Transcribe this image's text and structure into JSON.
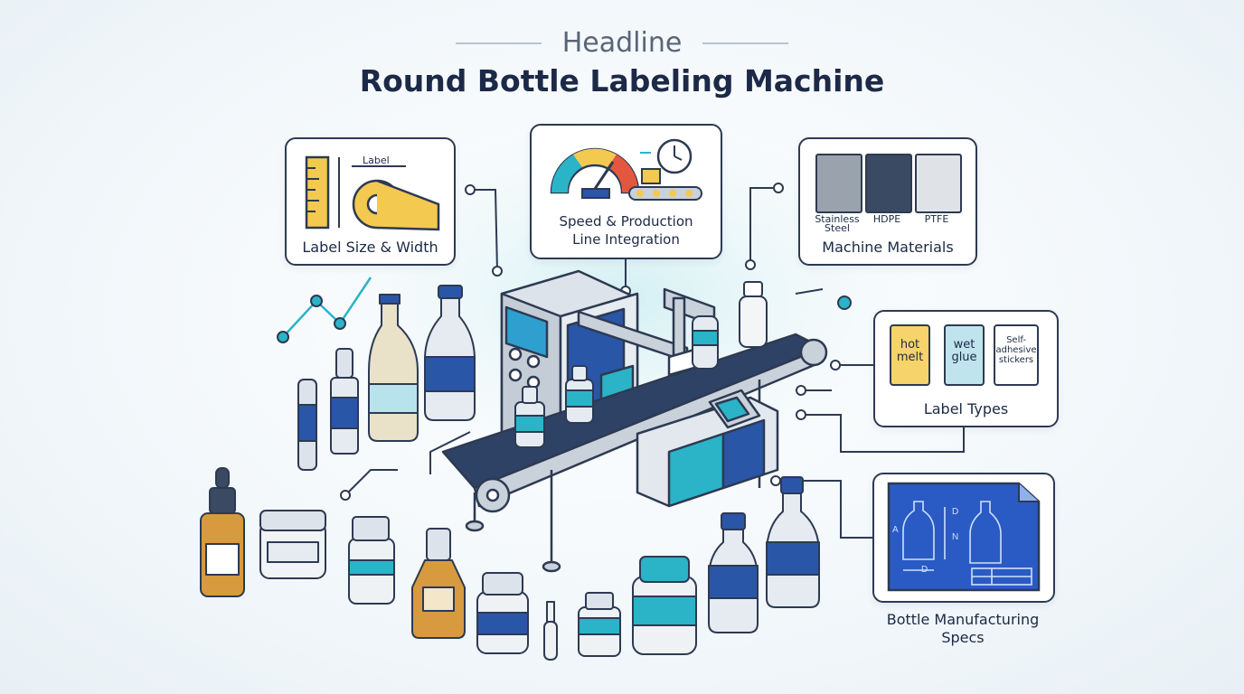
{
  "header": {
    "headline": "Headline",
    "title": "Round Bottle Labeling Machine"
  },
  "callouts": {
    "label_size": {
      "caption": "Label Size & Width",
      "ruler_label": "Label"
    },
    "speed": {
      "caption_line1": "Speed & Production",
      "caption_line2": "Line Integration"
    },
    "materials": {
      "caption": "Machine Materials",
      "items": [
        {
          "line1": "Stainless",
          "line2": "Steel",
          "color": "#9aa3ad"
        },
        {
          "line1": "HDPE",
          "line2": "",
          "color": "#3a4a62"
        },
        {
          "line1": "PTFE",
          "line2": "",
          "color": "#dfe3e8"
        }
      ]
    },
    "label_types": {
      "caption": "Label Types",
      "items": [
        {
          "line1": "hot",
          "line2": "melt",
          "line3": "",
          "color": "#f6d36b"
        },
        {
          "line1": "wet",
          "line2": "glue",
          "line3": "",
          "color": "#bfe4ee"
        },
        {
          "line1": "Self-",
          "line2": "adhesive",
          "line3": "stickers",
          "color": "#ffffff"
        }
      ]
    },
    "specs": {
      "caption_line1": "Bottle Manufacturing",
      "caption_line2": "Specs",
      "blueprint_marks": [
        "A",
        "D",
        "N",
        "D"
      ]
    }
  },
  "colors": {
    "outline": "#2d3a52",
    "accent_teal": "#2bb3c8",
    "accent_blue": "#2a56a8",
    "steel": "#c9d1da",
    "belt": "#2e4266",
    "blueprint": "#2a5bc4"
  }
}
